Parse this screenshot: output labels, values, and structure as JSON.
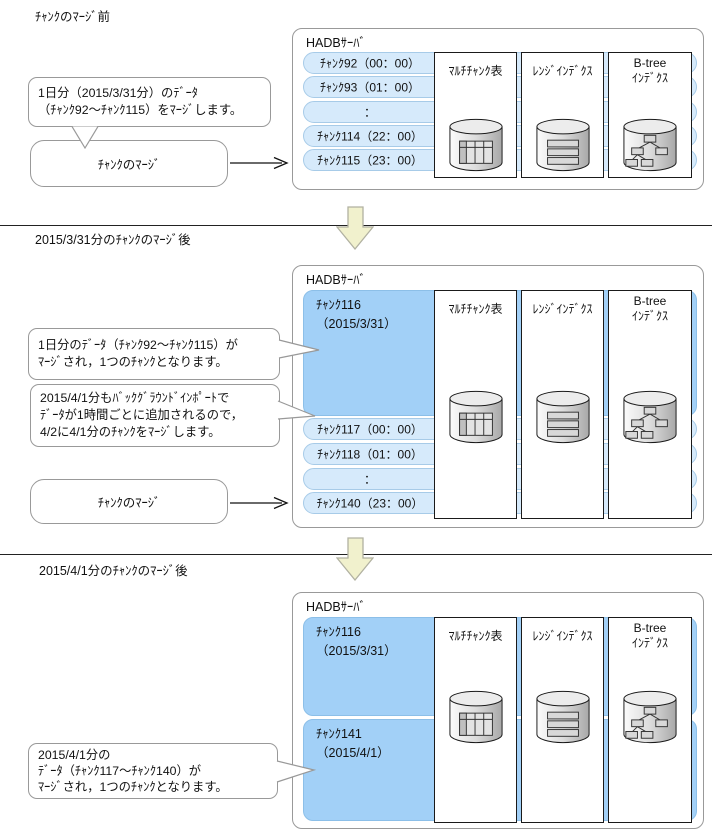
{
  "sections": [
    {
      "title": "ﾁｬﾝｸのﾏｰｼﾞ前",
      "callouts": [
        {
          "lines": [
            "1日分（2015/3/31分）のﾃﾞｰﾀ",
            "（ﾁｬﾝｸ92～ﾁｬﾝｸ115）をﾏｰｼﾞします。"
          ]
        }
      ],
      "merge_label": "ﾁｬﾝｸのﾏｰｼﾞ",
      "server": {
        "title": "HADBｻｰﾊﾞ",
        "chunk_rows": [
          "ﾁｬﾝｸ92（00：00）",
          "ﾁｬﾝｸ93（01：00）",
          "：",
          "ﾁｬﾝｸ114（22：00）",
          "ﾁｬﾝｸ115（23：00）"
        ]
      }
    },
    {
      "title": "2015/3/31分のﾁｬﾝｸのﾏｰｼﾞ後",
      "callouts": [
        {
          "lines": [
            "1日分のﾃﾞｰﾀ（ﾁｬﾝｸ92～ﾁｬﾝｸ115）が",
            "ﾏｰｼﾞされ，1つのﾁｬﾝｸとなります。"
          ]
        },
        {
          "lines": [
            "2015/4/1分もﾊﾞｯｸｸﾞﾗｳﾝﾄﾞｲﾝﾎﾟｰﾄで",
            "ﾃﾞｰﾀが1時間ごとに追加されるので，",
            "4/2に4/1分のﾁｬﾝｸをﾏｰｼﾞします。"
          ]
        }
      ],
      "merge_label": "ﾁｬﾝｸのﾏｰｼﾞ",
      "server": {
        "title": "HADBｻｰﾊﾞ",
        "merged_chunks": [
          {
            "name": "ﾁｬﾝｸ116",
            "date": "（2015/3/31）"
          }
        ],
        "chunk_rows": [
          "ﾁｬﾝｸ117（00：00）",
          "ﾁｬﾝｸ118（01：00）",
          "：",
          "ﾁｬﾝｸ140（23：00）"
        ]
      }
    },
    {
      "title": "2015/4/1分のﾁｬﾝｸのﾏｰｼﾞ後",
      "callouts": [
        {
          "lines": [
            "2015/4/1分の",
            "ﾃﾞｰﾀ（ﾁｬﾝｸ117～ﾁｬﾝｸ140）が",
            "ﾏｰｼﾞされ，1つのﾁｬﾝｸとなります。"
          ]
        }
      ],
      "server": {
        "title": "HADBｻｰﾊﾞ",
        "merged_chunks": [
          {
            "name": "ﾁｬﾝｸ116",
            "date": "（2015/3/31）"
          },
          {
            "name": "ﾁｬﾝｸ141",
            "date": "（2015/4/1）"
          }
        ]
      }
    }
  ],
  "columns": [
    {
      "lines": [
        "ﾏﾙﾁﾁｬﾝｸ表"
      ],
      "icon": "multichunk-table-cylinder"
    },
    {
      "lines": [
        "ﾚﾝｼﾞｲﾝﾃﾞｸｽ"
      ],
      "icon": "range-index-cylinder"
    },
    {
      "lines": [
        "B-tree",
        "ｲﾝﾃﾞｸｽ"
      ],
      "icon": "btree-index-cylinder"
    }
  ],
  "colors": {
    "chunk_row_fill": "#d6eafb",
    "chunk_row_border": "#a7cbe8",
    "merged_chunk_fill": "#a2d0f7",
    "merged_chunk_border": "#8cbfe8",
    "flow_arrow_fill": "#f1f1cd",
    "flow_arrow_border": "#b1b1a1",
    "box_border": "#999999",
    "column_border": "#1a1a1a"
  }
}
